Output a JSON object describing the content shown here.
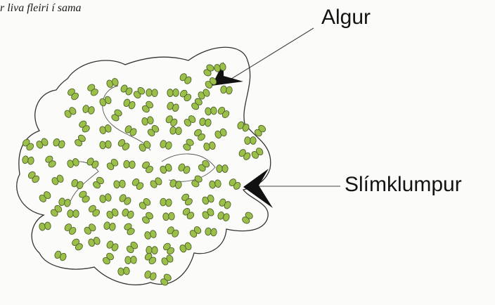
{
  "caption": "r liva fleiri í sama",
  "labels": {
    "algae": "Algur",
    "slime_clump": "Slímklumpur"
  },
  "colors": {
    "cell_fill": "#9bc04a",
    "cell_stroke": "#4f5f2a",
    "outline": "#333333",
    "background": "#fbfbf9"
  }
}
